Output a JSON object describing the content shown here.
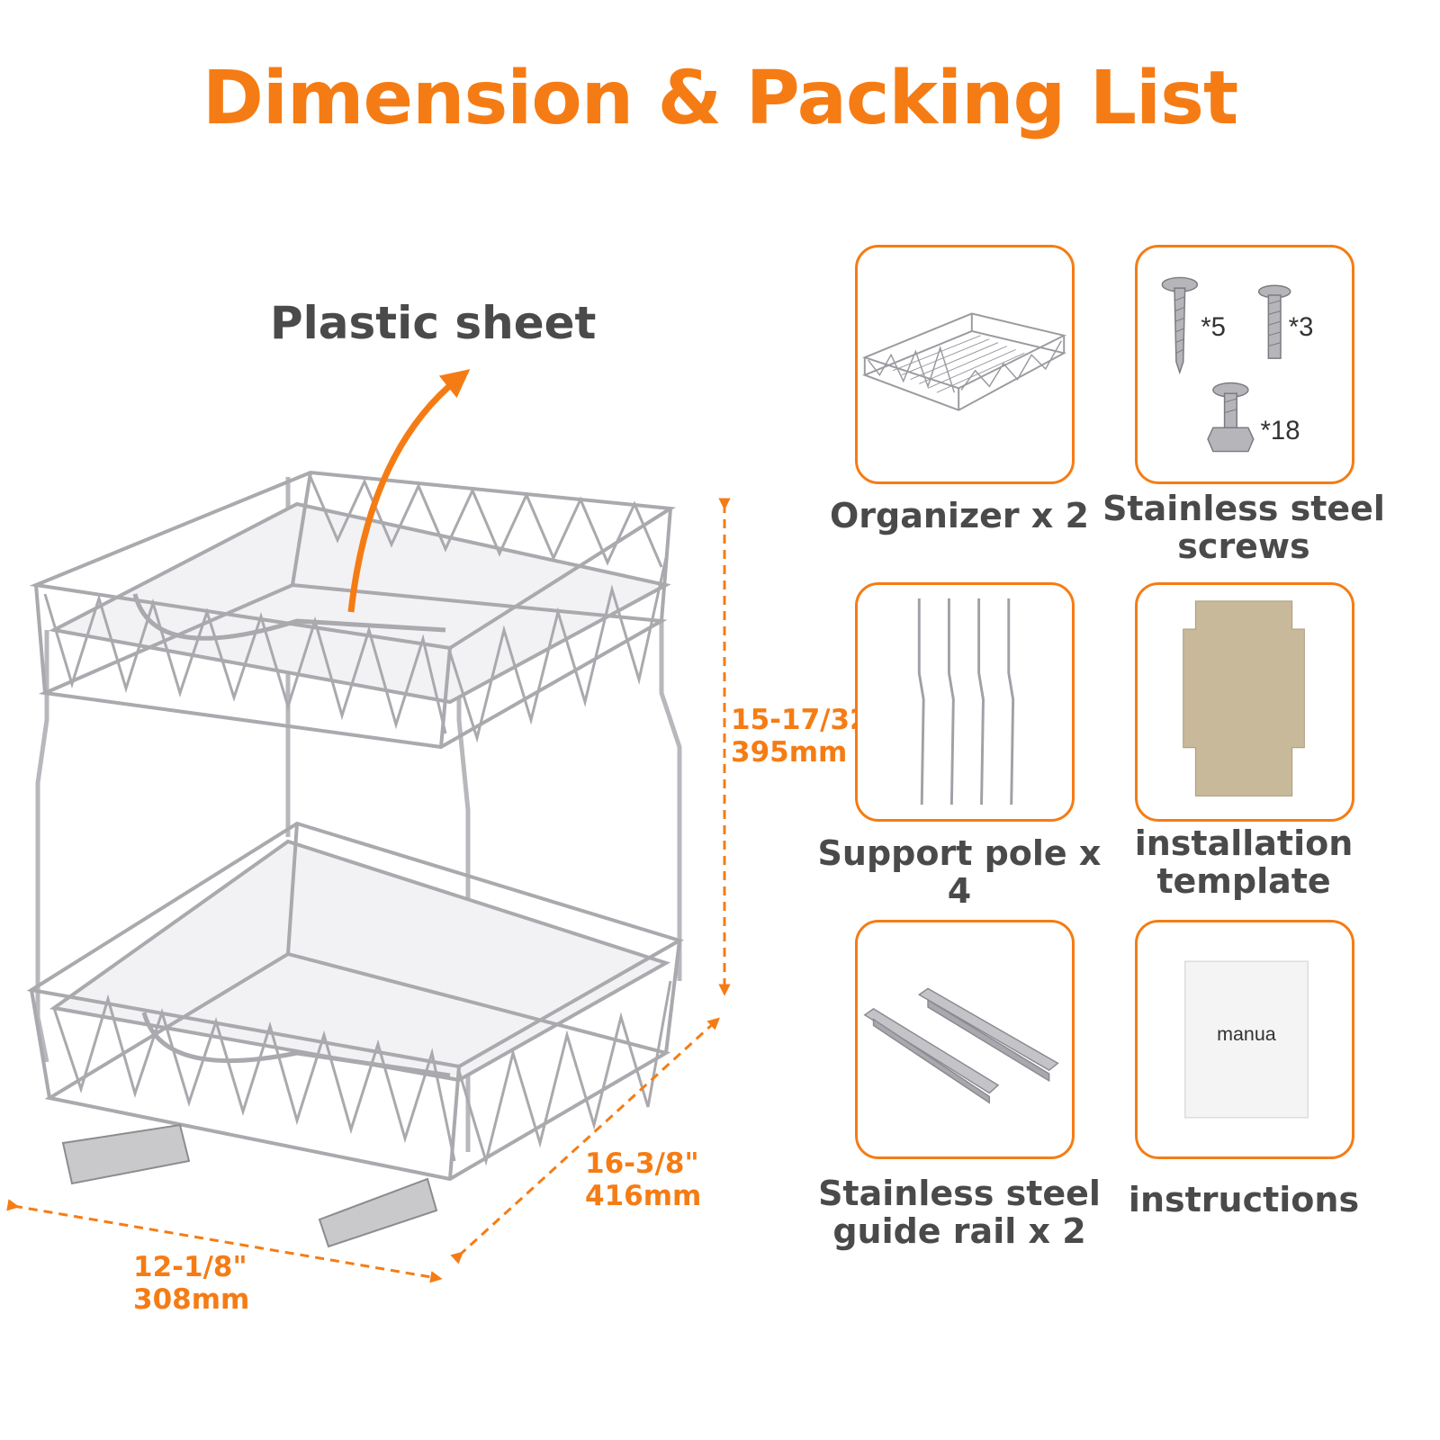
{
  "title": "Dimension & Packing List",
  "callout": "Plastic sheet",
  "accent": "#f57c14",
  "dimensions": {
    "height": {
      "imperial": "15-17/32\"",
      "metric": "395mm"
    },
    "depth": {
      "imperial": "16-3/8\"",
      "metric": "416mm"
    },
    "width": {
      "imperial": "12-1/8\"",
      "metric": "308mm"
    }
  },
  "items": [
    {
      "label": "Organizer x 2",
      "icon": "wire-basket-icon"
    },
    {
      "label": "Stainless steel screws",
      "icon": "screws-icon",
      "counts": [
        "*5",
        "*3",
        "*18"
      ]
    },
    {
      "label": "Support pole x 4",
      "icon": "support-poles-icon"
    },
    {
      "label": "installation template",
      "icon": "cardboard-template-icon"
    },
    {
      "label": "Stainless steel guide rail x 2",
      "icon": "guide-rails-icon"
    },
    {
      "label": "instructions",
      "icon": "manual-icon",
      "manual_text": "manua"
    }
  ]
}
